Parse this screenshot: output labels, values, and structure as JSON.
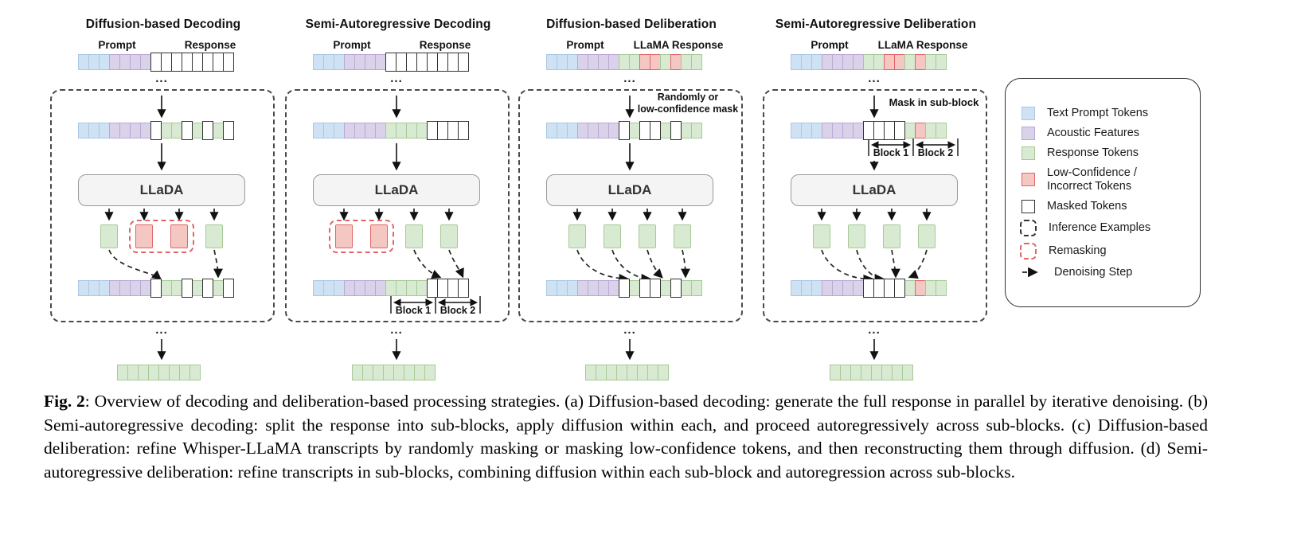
{
  "colors": {
    "blue_fill": "#cfe2f3",
    "blue_border": "#a9c7e5",
    "purple_fill": "#d9d2e9",
    "purple_border": "#b9a8d6",
    "green_fill": "#d9ead3",
    "green_border": "#a6c996",
    "red_fill": "#f4c7c3",
    "red_border": "#e06666",
    "mask_border": "#333333",
    "remask_border": "#e06666",
    "box_border": "#4a4a4a",
    "model_fill": "#f4f4f4",
    "model_border": "#999999"
  },
  "panels": [
    {
      "title": "Diffusion-based Decoding",
      "prompt_label": "Prompt",
      "response_label": "Response",
      "dots_top": "...",
      "dots_bottom": "...",
      "model_label": "LLaDA",
      "rows": {
        "top": [
          "B",
          "B",
          "B",
          "P",
          "P",
          "P",
          "P",
          "M",
          "M",
          "M",
          "M",
          "M",
          "M",
          "M",
          "M"
        ],
        "mid": [
          "B",
          "B",
          "B",
          "P",
          "P",
          "P",
          "P",
          "M",
          "G",
          "G",
          "M",
          "G",
          "M",
          "G",
          "M"
        ],
        "outputs": [
          "G",
          "R",
          "R",
          "G"
        ],
        "bottom": [
          "B",
          "B",
          "B",
          "P",
          "P",
          "P",
          "P",
          "M",
          "G",
          "G",
          "M",
          "G",
          "M",
          "G",
          "M"
        ],
        "final": [
          "G",
          "G",
          "G",
          "G",
          "G",
          "G",
          "G",
          "G"
        ]
      }
    },
    {
      "title": "Semi-Autoregressive Decoding",
      "prompt_label": "Prompt",
      "response_label": "Response",
      "dots_top": "...",
      "dots_bottom": "...",
      "model_label": "LLaDA",
      "block1_label": "Block 1",
      "block2_label": "Block 2",
      "rows": {
        "top": [
          "B",
          "B",
          "B",
          "P",
          "P",
          "P",
          "P",
          "M",
          "M",
          "M",
          "M",
          "M",
          "M",
          "M",
          "M"
        ],
        "mid": [
          "B",
          "B",
          "B",
          "P",
          "P",
          "P",
          "P",
          "G",
          "G",
          "G",
          "G",
          "M",
          "M",
          "M",
          "M"
        ],
        "outputs": [
          "R",
          "R",
          "G",
          "G"
        ],
        "bottom": [
          "B",
          "B",
          "B",
          "P",
          "P",
          "P",
          "P",
          "G",
          "G",
          "G",
          "G",
          "M",
          "M",
          "M",
          "M"
        ],
        "final": [
          "G",
          "G",
          "G",
          "G",
          "G",
          "G",
          "G",
          "G"
        ]
      }
    },
    {
      "title": "Diffusion-based Deliberation",
      "prompt_label": "Prompt",
      "response_label": "LLaMA Response",
      "dots_top": "...",
      "dots_bottom": "...",
      "model_label": "LLaDA",
      "mask_label": "Randomly or\nlow-confidence mask",
      "rows": {
        "top": [
          "B",
          "B",
          "B",
          "P",
          "P",
          "P",
          "P",
          "G",
          "G",
          "R",
          "R",
          "G",
          "R",
          "G",
          "G"
        ],
        "mid": [
          "B",
          "B",
          "B",
          "P",
          "P",
          "P",
          "P",
          "M",
          "G",
          "M",
          "M",
          "G",
          "M",
          "G",
          "G"
        ],
        "outputs": [
          "G",
          "G",
          "G",
          "G"
        ],
        "bottom": [
          "B",
          "B",
          "B",
          "P",
          "P",
          "P",
          "P",
          "M",
          "G",
          "M",
          "M",
          "G",
          "M",
          "G",
          "G"
        ],
        "final": [
          "G",
          "G",
          "G",
          "G",
          "G",
          "G",
          "G",
          "G"
        ]
      }
    },
    {
      "title": "Semi-Autoregressive Deliberation",
      "prompt_label": "Prompt",
      "response_label": "LLaMA Response",
      "dots_top": "...",
      "dots_bottom": "...",
      "model_label": "LLaDA",
      "mask_label": "Mask in sub-block",
      "block1_label": "Block 1",
      "block2_label": "Block 2",
      "rows": {
        "top": [
          "B",
          "B",
          "B",
          "P",
          "P",
          "P",
          "P",
          "G",
          "G",
          "R",
          "R",
          "G",
          "R",
          "G",
          "G"
        ],
        "mid": [
          "B",
          "B",
          "B",
          "P",
          "P",
          "P",
          "P",
          "M",
          "M",
          "M",
          "M",
          "G",
          "R",
          "G",
          "G"
        ],
        "outputs": [
          "G",
          "G",
          "G",
          "G"
        ],
        "bottom": [
          "B",
          "B",
          "B",
          "P",
          "P",
          "P",
          "P",
          "M",
          "M",
          "M",
          "M",
          "G",
          "R",
          "G",
          "G"
        ],
        "final": [
          "G",
          "G",
          "G",
          "G",
          "G",
          "G",
          "G",
          "G"
        ]
      }
    }
  ],
  "legend": {
    "items": [
      {
        "swatch": "blue",
        "label": "Text Prompt Tokens"
      },
      {
        "swatch": "purple",
        "label": "Acoustic Features"
      },
      {
        "swatch": "green",
        "label": "Response Tokens"
      },
      {
        "swatch": "red",
        "label": "Low-Confidence /\n Incorrect Tokens"
      },
      {
        "swatch": "mask",
        "label": "Masked Tokens"
      },
      {
        "swatch": "inference",
        "label": "Inference Examples"
      },
      {
        "swatch": "remask",
        "label": "Remasking"
      },
      {
        "swatch": "denoise",
        "label": "Denoising Step"
      }
    ]
  },
  "caption": {
    "tag": "Fig. 2",
    "text": ":  Overview of decoding and deliberation-based processing strategies.  (a) Diffusion-based decoding:  generate the full response in parallel by iterative denoising. (b) Semi-autoregressive decoding: split the response into sub-blocks, apply diffusion within each, and proceed autoregressively across sub-blocks.  (c) Diffusion-based deliberation:  refine Whisper-LLaMA transcripts by randomly masking or masking low-confidence tokens, and then reconstructing them through diffusion. (d) Semi-autoregressive deliberation: refine transcripts in sub-blocks, combining diffusion within each sub-block and autoregression across sub-blocks."
  }
}
